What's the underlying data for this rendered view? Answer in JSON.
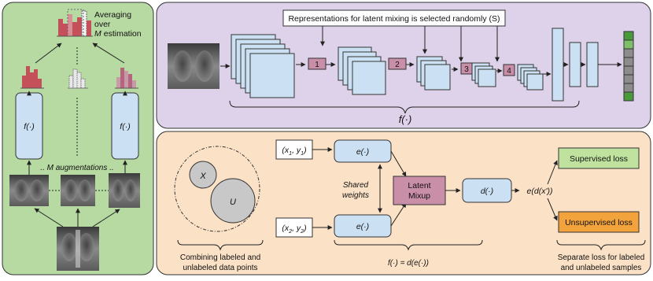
{
  "left_panel": {
    "averaging_lines": [
      "Averaging",
      "over",
      "M",
      "estimation"
    ],
    "encoder_label": "f(·)",
    "augmentations_label": ".. M augmentations .."
  },
  "top_panel": {
    "selection_note": "Representations for latent mixing is selected randomly (S)",
    "mix_markers": [
      "1",
      "2",
      "3",
      "4"
    ],
    "function_label": "f(·)"
  },
  "bottom_panel": {
    "set_x": "X",
    "set_u": "U",
    "pair_1": {
      "x": "x",
      "x_sub": "1",
      "y": "y",
      "y_sub": "1"
    },
    "pair_2": {
      "x": "x",
      "x_sub": "2",
      "y": "y",
      "y_sub": "2"
    },
    "encoder_top": "e(·)",
    "encoder_bottom": "e(·)",
    "shared_weights": [
      "Shared",
      "weights"
    ],
    "latent_mixup": [
      "Latent",
      "Mixup"
    ],
    "decoder": "d(·)",
    "composition": "e(d(x'))",
    "supervised_loss": "Supervised loss",
    "unsupervised_loss": "Unsupervised loss",
    "caption_left": [
      "Combining labeled and",
      "unlabeled data points"
    ],
    "caption_mid": "f(·) = d(e(·))",
    "caption_right": [
      "Separate loss for labeled",
      "and unlabeled samples"
    ]
  },
  "colors": {
    "green_panel": "#b7d9a2",
    "purple_panel": "#ddd2ea",
    "orange_panel": "#fbe1c6",
    "light_blue": "#cce0f3",
    "mix_pink": "#c98fa8",
    "green_box": "#bfe39f",
    "orange_box": "#f3a33c",
    "bar_red": "#c4505a"
  }
}
